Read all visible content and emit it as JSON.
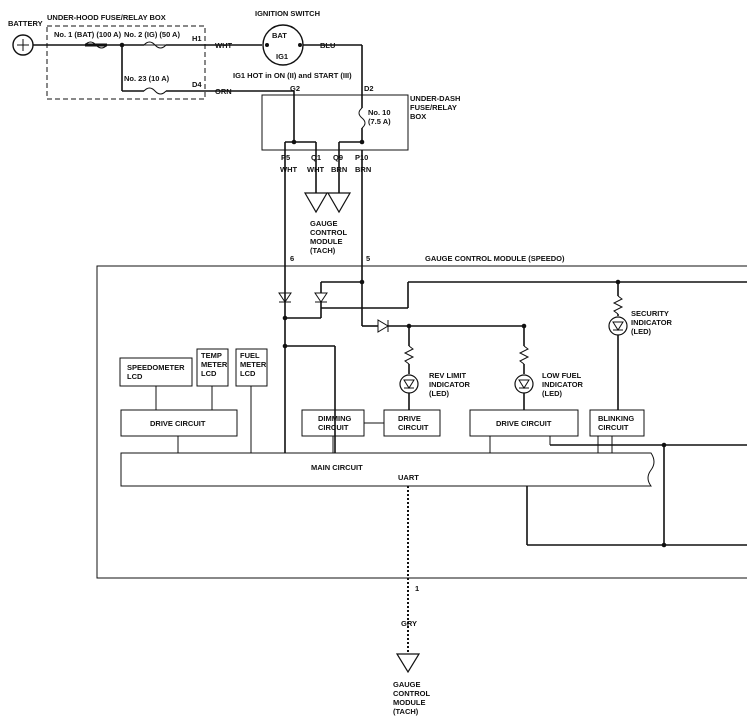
{
  "labels": {
    "battery": "BATTERY",
    "underhood_box": "UNDER-HOOD FUSE/RELAY BOX",
    "fuse1": "No. 1 (BAT) (100 A)",
    "fuse2": "No. 2 (IG) (50 A)",
    "fuse23": "No. 23 (10 A)",
    "h1": "H1",
    "d4": "D4",
    "wht": "WHT",
    "orn": "ORN",
    "ignition_switch": "IGNITION SWITCH",
    "bat": "BAT",
    "ig1": "IG1",
    "blu": "BLU",
    "ig1_note": "IG1 HOT in ON (II) and START (III)",
    "g2": "G2",
    "d2": "D2",
    "underdash_line1": "UNDER-DASH",
    "underdash_line2": "FUSE/RELAY",
    "underdash_line3": "BOX",
    "fuse10_line1": "No. 10",
    "fuse10_line2": "(7.5 A)",
    "p5": "P5",
    "q1": "Q1",
    "q9": "Q9",
    "p10": "P10",
    "wire_p5": "WHT",
    "wire_q1": "WHT",
    "wire_q9": "BRN",
    "wire_p10": "BRN",
    "tach_line1": "GAUGE",
    "tach_line2": "CONTROL",
    "tach_line3": "MODULE",
    "tach_line4": "(TACH)",
    "pin6": "6",
    "pin5": "5",
    "module_title": "GAUGE CONTROL MODULE (SPEEDO)",
    "security_line1": "SECURITY",
    "security_line2": "INDICATOR",
    "security_line3": "(LED)",
    "speedometer_line1": "SPEEDOMETER",
    "speedometer_line2": "LCD",
    "temp_line1": "TEMP",
    "temp_line2": "METER",
    "temp_line3": "LCD",
    "fuel_line1": "FUEL",
    "fuel_line2": "METER",
    "fuel_line3": "LCD",
    "revlimit_line1": "REV LIMIT",
    "revlimit_line2": "INDICATOR",
    "revlimit_line3": "(LED)",
    "lowfuel_line1": "LOW FUEL",
    "lowfuel_line2": "INDICATOR",
    "lowfuel_line3": "(LED)",
    "drive_circuit_left": "DRIVE CIRCUIT",
    "dimming_line1": "DIMMING",
    "dimming_line2": "CIRCUIT",
    "drive_mid_line1": "DRIVE",
    "drive_mid_line2": "CIRCUIT",
    "drive_circuit_right": "DRIVE CIRCUIT",
    "blinking_line1": "BLINKING",
    "blinking_line2": "CIRCUIT",
    "main_circuit": "MAIN CIRCUIT",
    "uart": "UART",
    "pin1": "1",
    "gry": "GRY",
    "bottom_tach_line1": "GAUGE",
    "bottom_tach_line2": "CONTROL",
    "bottom_tach_line3": "MODULE",
    "bottom_tach_line4": "(TACH)"
  }
}
